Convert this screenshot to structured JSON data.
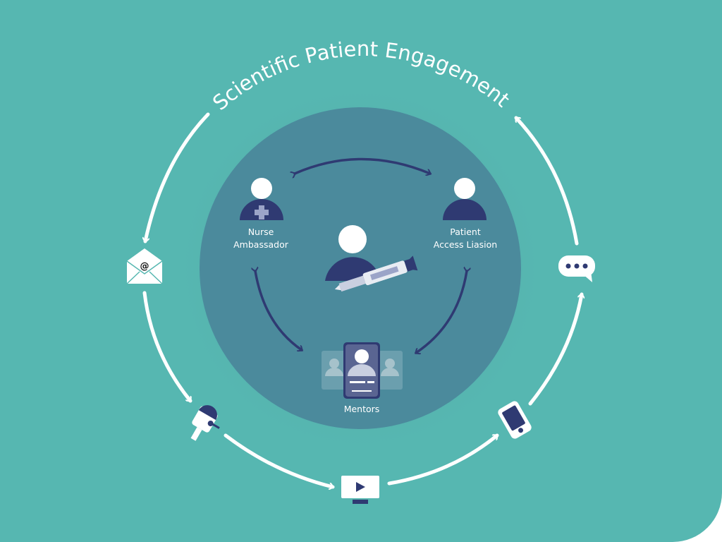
{
  "title": "Scientific Patient Engagement",
  "roles": {
    "nurse": {
      "line1": "Nurse",
      "line2": "Ambassador"
    },
    "liaison": {
      "line1": "Patient",
      "line2": "Access Liasion"
    },
    "mentors": "Mentors"
  },
  "cycle_icons": [
    "email-icon",
    "mailbox-icon",
    "video-monitor-icon",
    "smartphone-icon",
    "chat-bubble-icon"
  ],
  "colors": {
    "background": "#56b7b1",
    "inner_circle": "#4b8a9c",
    "navy": "#2f3a72",
    "white": "#ffffff"
  }
}
